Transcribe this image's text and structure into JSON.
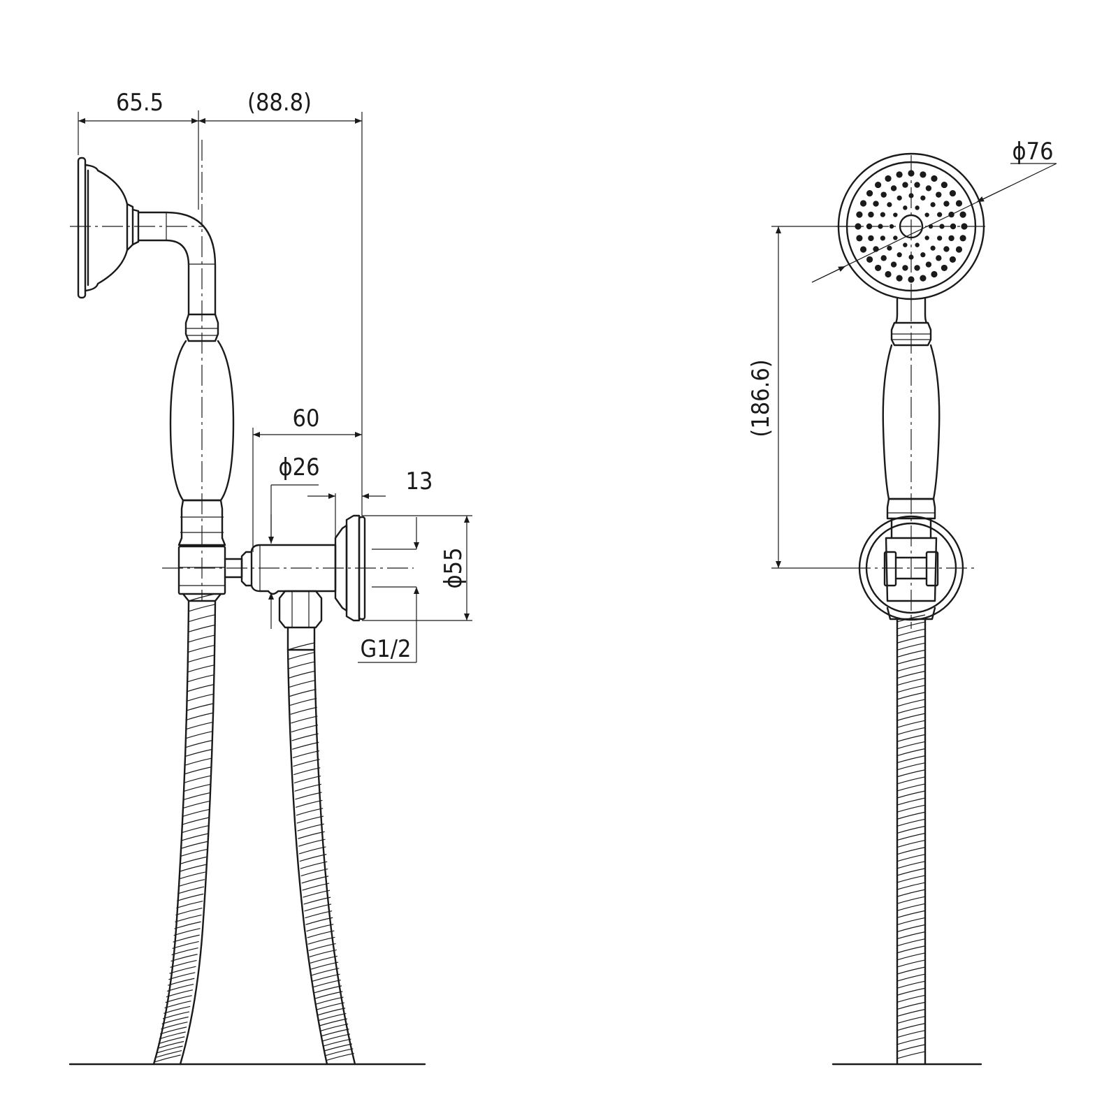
{
  "drawing": {
    "dimensions": {
      "d_65_5": "65.5",
      "d_88_8": "(88.8)",
      "d_60": "60",
      "d_phi26": "ϕ26",
      "d_13": "13",
      "d_phi55": "ϕ55",
      "d_g12": "G1/2",
      "d_phi76": "ϕ76",
      "d_186_6": "(186.6)"
    }
  }
}
